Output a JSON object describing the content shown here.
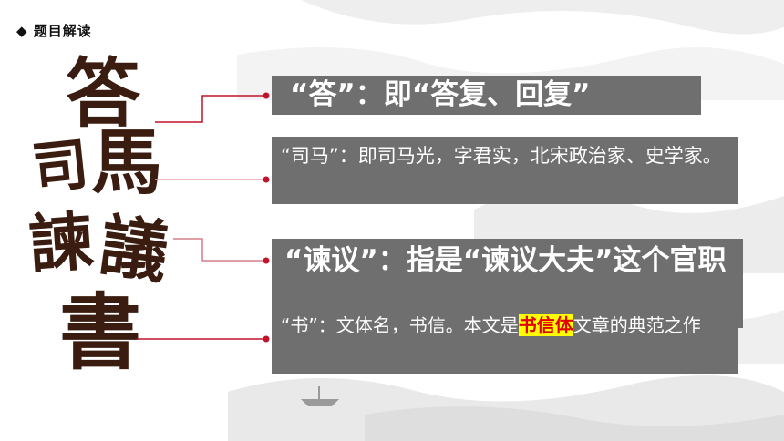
{
  "header": {
    "bullet": "◆",
    "title": "题目解读"
  },
  "calligraphy": {
    "chars": [
      "答",
      "司",
      "馬",
      "諫",
      "議",
      "書"
    ]
  },
  "boxes": {
    "da": {
      "text": "“答”：即“答复、回复”"
    },
    "sima": {
      "text": "“司马”：即司马光，字君实，北宋政治家、史学家。"
    },
    "jianyi": {
      "text": "“谏议”：指是“谏议大夫”这个官职"
    },
    "shu": {
      "text_before": "“书”：文体名，书信。本文是",
      "highlight": "书信体",
      "text_after": "文章的典范之作"
    }
  },
  "colors": {
    "box": "#6f6f6f",
    "connector": "#c0142c",
    "highlight_bg": "#ffff00",
    "highlight_text": "#e00000",
    "ink": "#3a1d10"
  }
}
